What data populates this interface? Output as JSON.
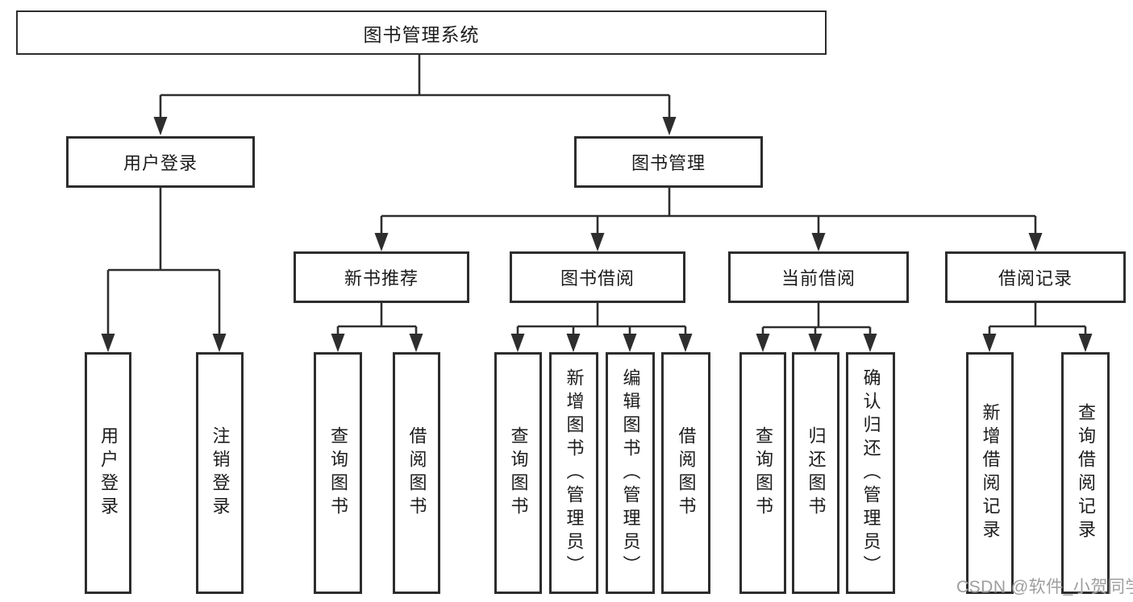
{
  "tree": {
    "root": {
      "label": "图书管理系统"
    },
    "branches": [
      {
        "label": "用户登录",
        "children": [
          {
            "label": "用户登录"
          },
          {
            "label": "注销登录"
          }
        ]
      },
      {
        "label": "图书管理",
        "children": [
          {
            "label": "新书推荐",
            "children": [
              {
                "label": "查询图书"
              },
              {
                "label": "借阅图书"
              }
            ]
          },
          {
            "label": "图书借阅",
            "children": [
              {
                "label": "查询图书"
              },
              {
                "label": "新增图书（管理员）"
              },
              {
                "label": "编辑图书（管理员）"
              },
              {
                "label": "借阅图书"
              }
            ]
          },
          {
            "label": "当前借阅",
            "children": [
              {
                "label": "查询图书"
              },
              {
                "label": "归还图书"
              },
              {
                "label": "确认归还（管理员）"
              }
            ]
          },
          {
            "label": "借阅记录",
            "children": [
              {
                "label": "新增借阅记录"
              },
              {
                "label": "查询借阅记录"
              }
            ]
          }
        ]
      }
    ]
  },
  "watermark": {
    "text": "CSDN @软件_小贺同学"
  },
  "colors": {
    "line": "#2e2e2e",
    "box_border": "#2d2d2d",
    "text": "#1c1c1c",
    "watermark": "#9e9e9e",
    "background": "#ffffff"
  }
}
